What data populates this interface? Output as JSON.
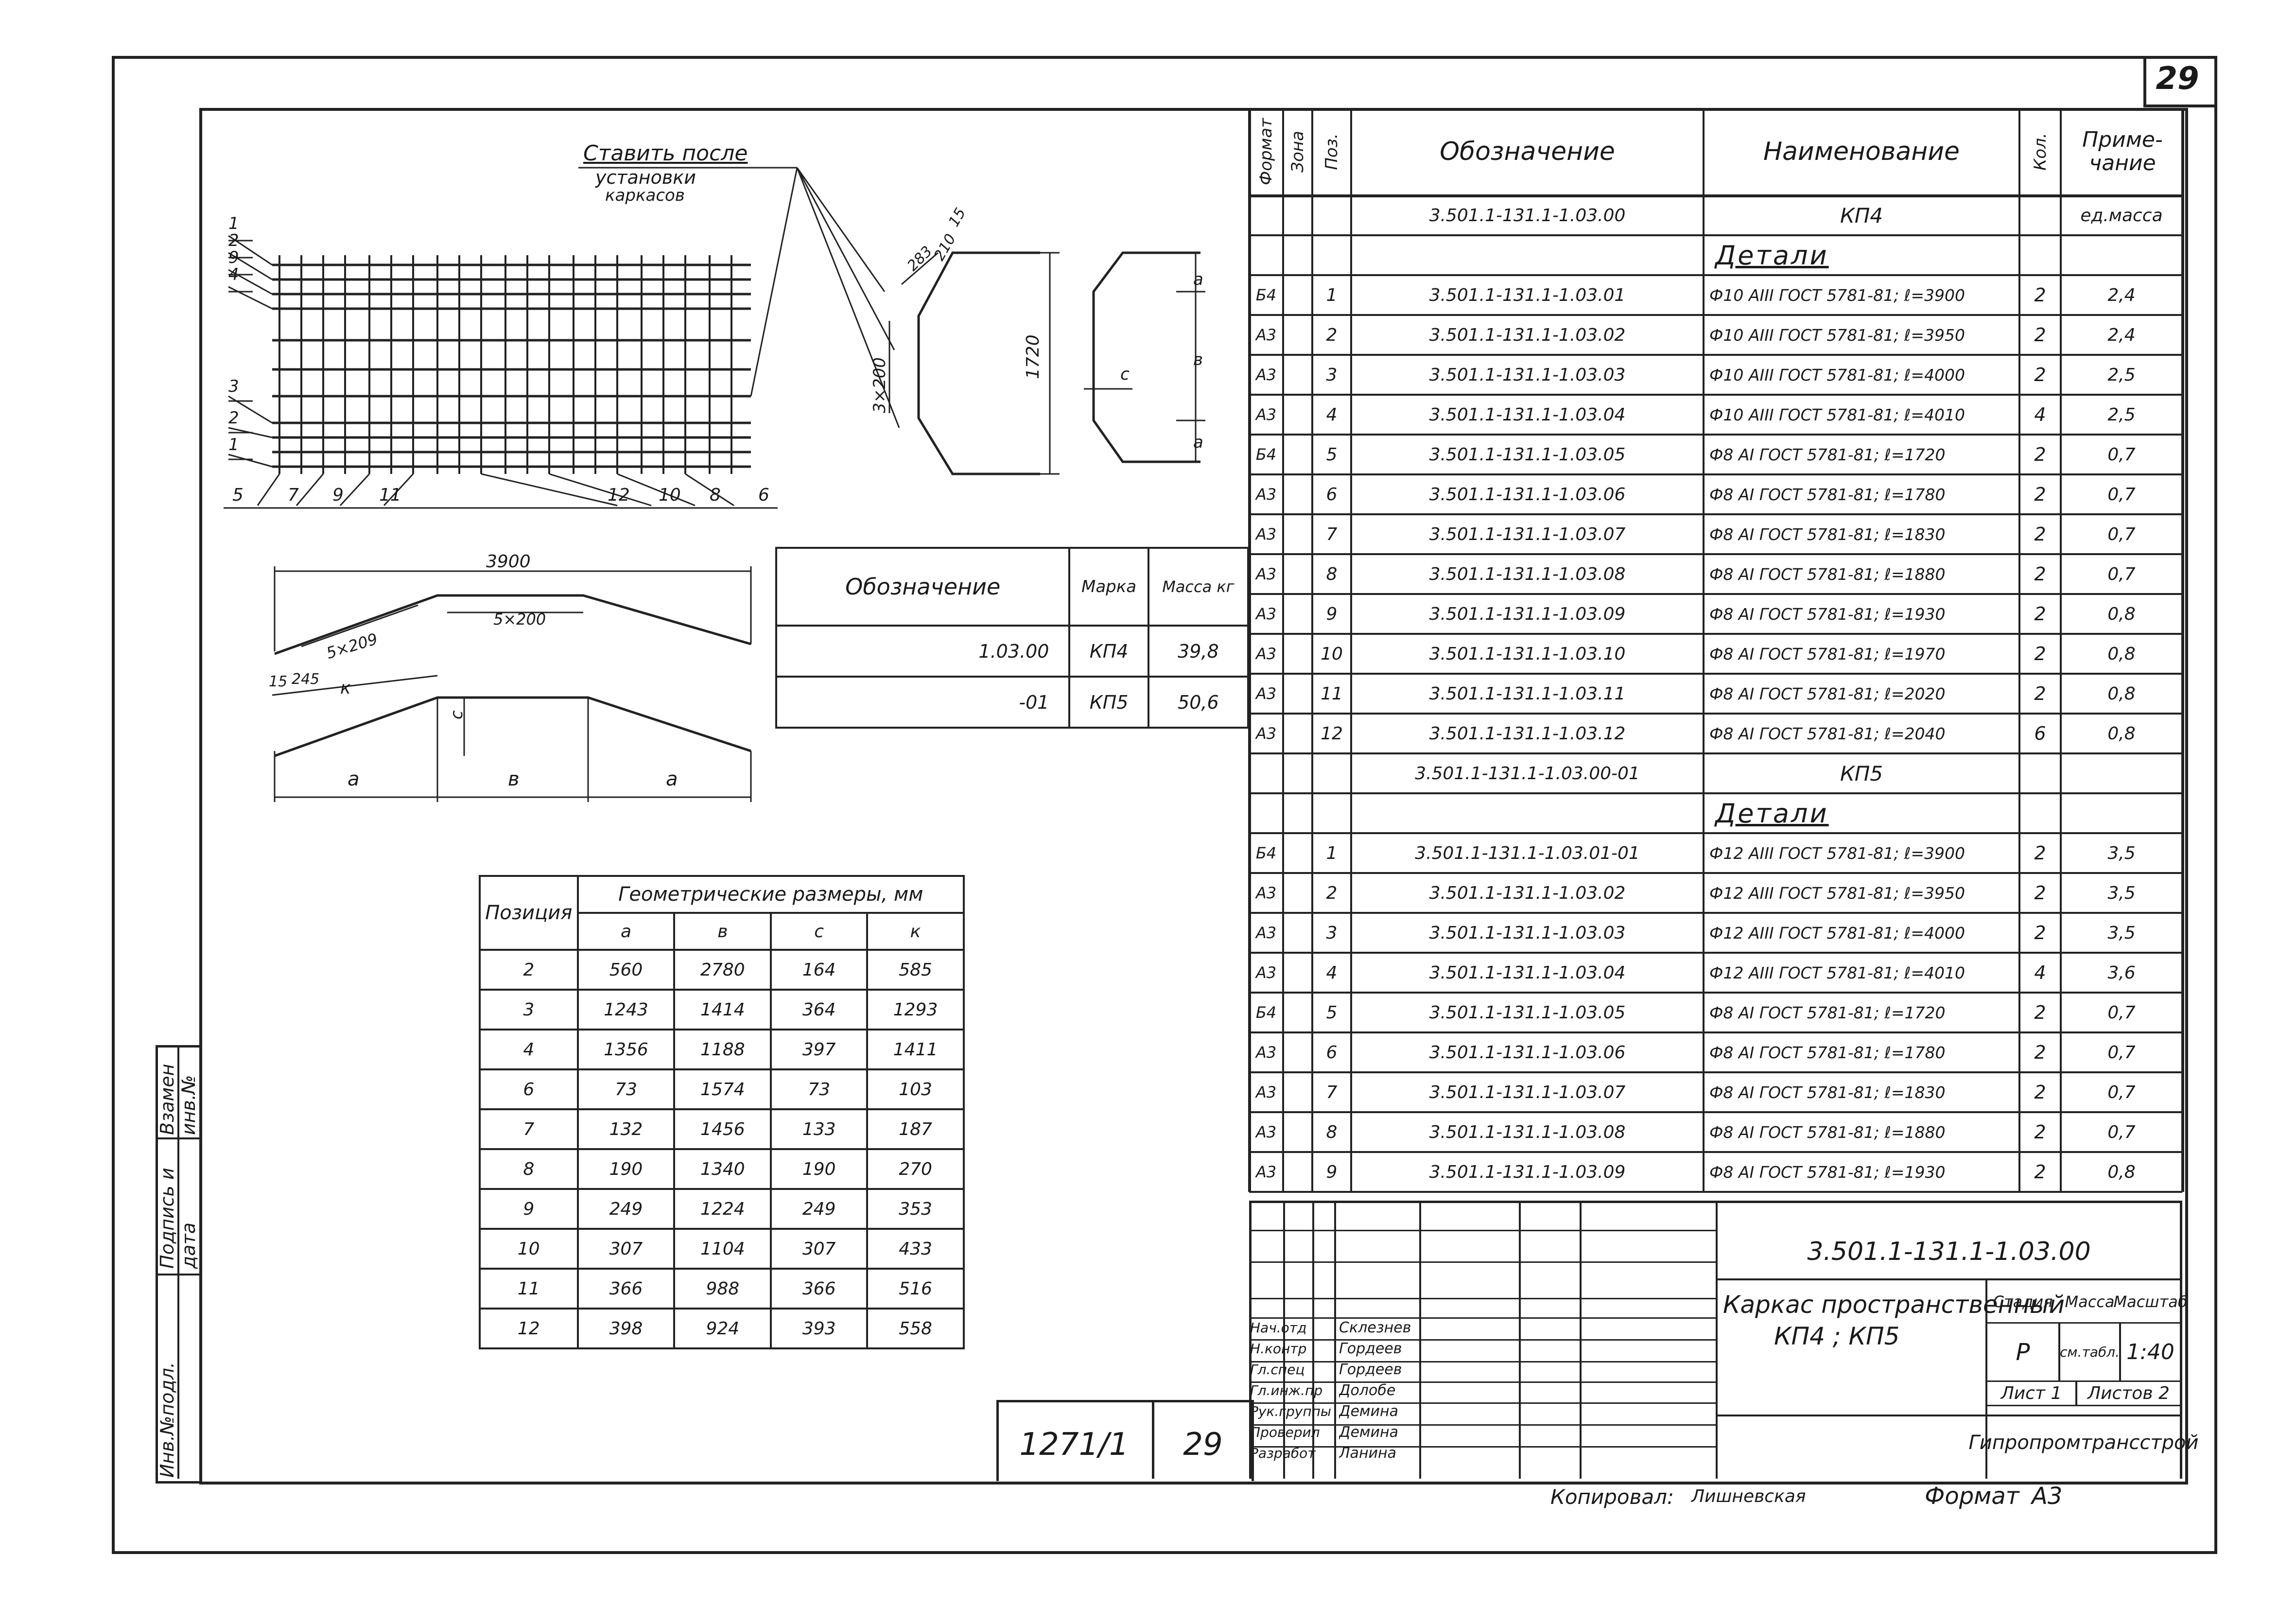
{
  "sheet": {
    "number": "29",
    "doc_code": "3.501.1-131.1-1.03.00",
    "album": "1271/1",
    "album_sheet": "29",
    "copied_label": "Копировал:",
    "copied_sig": "Лишневская",
    "format_label": "Формат",
    "format_value": "А3"
  },
  "drawing": {
    "note_line1": "Ставить после",
    "note_line2": "установки",
    "note_line3": "каркасов",
    "top_left_labels": [
      "1",
      "2",
      "9",
      "4",
      "3",
      "2",
      "1"
    ],
    "bottom_labels": [
      "5",
      "7",
      "9",
      "11",
      "12",
      "10",
      "8",
      "6"
    ],
    "dim_1720": "1720",
    "dim_3x200": "3×200",
    "dim_283": "283",
    "dim_210": "210",
    "dim_15": "15",
    "dim_a": "а",
    "dim_b": "в",
    "dim_c": "с",
    "dim_3900": "3900",
    "dim_5x209": "5×209",
    "dim_5x200": "5×200",
    "dim_245": "245",
    "dim_15b": "15",
    "dim_k": "к",
    "dim_c2": "с"
  },
  "marks_table": {
    "headers": [
      "Обозначение",
      "Марка",
      "Масса кг"
    ],
    "rows": [
      [
        "1.03.00",
        "КП4",
        "39,8"
      ],
      [
        "-01",
        "КП5",
        "50,6"
      ]
    ]
  },
  "geom_table": {
    "position_header": "Позиция",
    "group_header": "Геометрические размеры, мм",
    "sub_headers": [
      "а",
      "в",
      "с",
      "к"
    ],
    "rows": [
      [
        "2",
        "560",
        "2780",
        "164",
        "585"
      ],
      [
        "3",
        "1243",
        "1414",
        "364",
        "1293"
      ],
      [
        "4",
        "1356",
        "1188",
        "397",
        "1411"
      ],
      [
        "6",
        "73",
        "1574",
        "73",
        "103"
      ],
      [
        "7",
        "132",
        "1456",
        "133",
        "187"
      ],
      [
        "8",
        "190",
        "1340",
        "190",
        "270"
      ],
      [
        "9",
        "249",
        "1224",
        "249",
        "353"
      ],
      [
        "10",
        "307",
        "1104",
        "307",
        "433"
      ],
      [
        "11",
        "366",
        "988",
        "366",
        "516"
      ],
      [
        "12",
        "398",
        "924",
        "393",
        "558"
      ]
    ]
  },
  "spec": {
    "headers": [
      "Формат",
      "Зона",
      "Поз.",
      "Обозначение",
      "Наименование",
      "Кол.",
      "Приме-чание"
    ],
    "rows": [
      {
        "f": "",
        "z": "",
        "p": "",
        "d": "3.501.1-131.1-1.03.00",
        "n": "КП4",
        "q": "",
        "m": "ед.масса",
        "kind": "title"
      },
      {
        "f": "",
        "z": "",
        "p": "",
        "d": "",
        "n": "Детали",
        "q": "",
        "m": "",
        "kind": "section"
      },
      {
        "f": "Б4",
        "z": "",
        "p": "1",
        "d": "3.501.1-131.1-1.03.01",
        "n": "Ф10 АIII ГОСТ 5781-81; ℓ=3900",
        "q": "2",
        "m": "2,4",
        "kind": "item"
      },
      {
        "f": "А3",
        "z": "",
        "p": "2",
        "d": "3.501.1-131.1-1.03.02",
        "n": "Ф10 АIII ГОСТ 5781-81; ℓ=3950",
        "q": "2",
        "m": "2,4",
        "kind": "item"
      },
      {
        "f": "А3",
        "z": "",
        "p": "3",
        "d": "3.501.1-131.1-1.03.03",
        "n": "Ф10 АIII ГОСТ 5781-81; ℓ=4000",
        "q": "2",
        "m": "2,5",
        "kind": "item"
      },
      {
        "f": "А3",
        "z": "",
        "p": "4",
        "d": "3.501.1-131.1-1.03.04",
        "n": "Ф10 АIII ГОСТ 5781-81; ℓ=4010",
        "q": "4",
        "m": "2,5",
        "kind": "item"
      },
      {
        "f": "Б4",
        "z": "",
        "p": "5",
        "d": "3.501.1-131.1-1.03.05",
        "n": "Ф8 АI ГОСТ 5781-81; ℓ=1720",
        "q": "2",
        "m": "0,7",
        "kind": "item"
      },
      {
        "f": "А3",
        "z": "",
        "p": "6",
        "d": "3.501.1-131.1-1.03.06",
        "n": "Ф8 АI ГОСТ 5781-81; ℓ=1780",
        "q": "2",
        "m": "0,7",
        "kind": "item"
      },
      {
        "f": "А3",
        "z": "",
        "p": "7",
        "d": "3.501.1-131.1-1.03.07",
        "n": "Ф8 АI ГОСТ 5781-81; ℓ=1830",
        "q": "2",
        "m": "0,7",
        "kind": "item"
      },
      {
        "f": "А3",
        "z": "",
        "p": "8",
        "d": "3.501.1-131.1-1.03.08",
        "n": "Ф8 АI ГОСТ 5781-81; ℓ=1880",
        "q": "2",
        "m": "0,7",
        "kind": "item"
      },
      {
        "f": "А3",
        "z": "",
        "p": "9",
        "d": "3.501.1-131.1-1.03.09",
        "n": "Ф8 АI ГОСТ 5781-81; ℓ=1930",
        "q": "2",
        "m": "0,8",
        "kind": "item"
      },
      {
        "f": "А3",
        "z": "",
        "p": "10",
        "d": "3.501.1-131.1-1.03.10",
        "n": "Ф8 АI ГОСТ 5781-81; ℓ=1970",
        "q": "2",
        "m": "0,8",
        "kind": "item"
      },
      {
        "f": "А3",
        "z": "",
        "p": "11",
        "d": "3.501.1-131.1-1.03.11",
        "n": "Ф8 АI ГОСТ 5781-81; ℓ=2020",
        "q": "2",
        "m": "0,8",
        "kind": "item"
      },
      {
        "f": "А3",
        "z": "",
        "p": "12",
        "d": "3.501.1-131.1-1.03.12",
        "n": "Ф8 АI ГОСТ 5781-81; ℓ=2040",
        "q": "6",
        "m": "0,8",
        "kind": "item"
      },
      {
        "f": "",
        "z": "",
        "p": "",
        "d": "3.501.1-131.1-1.03.00-01",
        "n": "КП5",
        "q": "",
        "m": "",
        "kind": "title"
      },
      {
        "f": "",
        "z": "",
        "p": "",
        "d": "",
        "n": "Детали",
        "q": "",
        "m": "",
        "kind": "section"
      },
      {
        "f": "Б4",
        "z": "",
        "p": "1",
        "d": "3.501.1-131.1-1.03.01-01",
        "n": "Ф12 АIII ГОСТ 5781-81; ℓ=3900",
        "q": "2",
        "m": "3,5",
        "kind": "item"
      },
      {
        "f": "А3",
        "z": "",
        "p": "2",
        "d": "3.501.1-131.1-1.03.02",
        "n": "Ф12 АIII ГОСТ 5781-81; ℓ=3950",
        "q": "2",
        "m": "3,5",
        "kind": "item"
      },
      {
        "f": "А3",
        "z": "",
        "p": "3",
        "d": "3.501.1-131.1-1.03.03",
        "n": "Ф12 АIII ГОСТ 5781-81; ℓ=4000",
        "q": "2",
        "m": "3,5",
        "kind": "item"
      },
      {
        "f": "А3",
        "z": "",
        "p": "4",
        "d": "3.501.1-131.1-1.03.04",
        "n": "Ф12 АIII ГОСТ 5781-81; ℓ=4010",
        "q": "4",
        "m": "3,6",
        "kind": "item"
      },
      {
        "f": "Б4",
        "z": "",
        "p": "5",
        "d": "3.501.1-131.1-1.03.05",
        "n": "Ф8 АI ГОСТ 5781-81; ℓ=1720",
        "q": "2",
        "m": "0,7",
        "kind": "item"
      },
      {
        "f": "А3",
        "z": "",
        "p": "6",
        "d": "3.501.1-131.1-1.03.06",
        "n": "Ф8 АI ГОСТ 5781-81; ℓ=1780",
        "q": "2",
        "m": "0,7",
        "kind": "item"
      },
      {
        "f": "А3",
        "z": "",
        "p": "7",
        "d": "3.501.1-131.1-1.03.07",
        "n": "Ф8 АI ГОСТ 5781-81; ℓ=1830",
        "q": "2",
        "m": "0,7",
        "kind": "item"
      },
      {
        "f": "А3",
        "z": "",
        "p": "8",
        "d": "3.501.1-131.1-1.03.08",
        "n": "Ф8 АI ГОСТ 5781-81; ℓ=1880",
        "q": "2",
        "m": "0,7",
        "kind": "item"
      },
      {
        "f": "А3",
        "z": "",
        "p": "9",
        "d": "3.501.1-131.1-1.03.09",
        "n": "Ф8 АI ГОСТ 5781-81; ℓ=1930",
        "q": "2",
        "m": "0,8",
        "kind": "item"
      }
    ]
  },
  "title_block": {
    "roles": [
      "Нач.отд",
      "Н.контр",
      "Гл.спец",
      "Гл.инж.пр",
      "Рук.группы",
      "Проверил",
      "Разработ"
    ],
    "names": [
      "Склезнев",
      "Гордеев",
      "Гордеев",
      "Долобе",
      "Демина",
      "Демина",
      "Ланина"
    ],
    "title_line1": "Каркас пространственный",
    "title_line2": "КП4 ; КП5",
    "stage_header": "Стадия",
    "mass_header": "Масса",
    "scale_header": "Масштаб",
    "stage_value": "Р",
    "mass_value": "см.табл.",
    "scale_value": "1:40",
    "sheet_label": "Лист 1",
    "sheets_label": "Листов 2",
    "org": "Гипропромтрансстрой"
  },
  "left_strip": [
    "Инв.№подл.",
    "Подпись и дата",
    "Взамен инв.№"
  ]
}
